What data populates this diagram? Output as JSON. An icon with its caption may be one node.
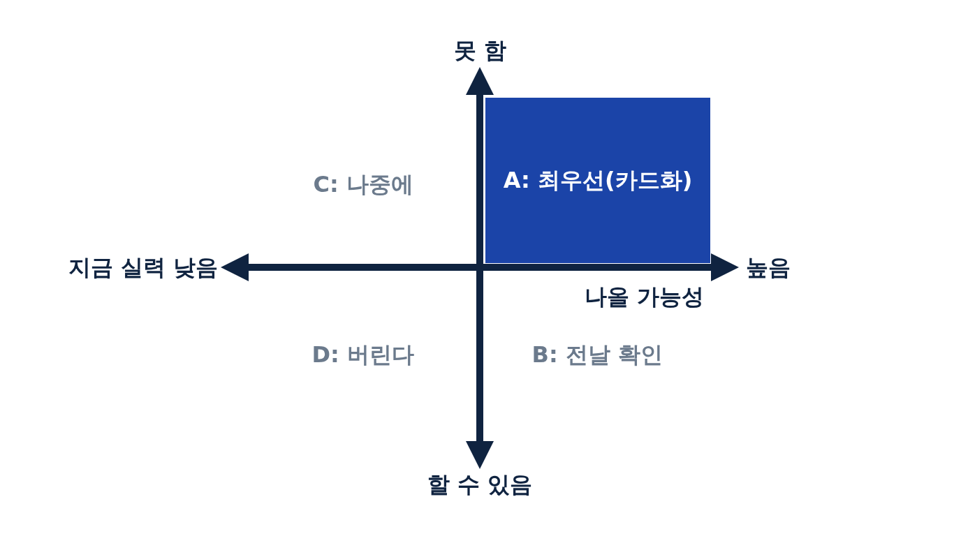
{
  "diagram": {
    "nodes": [
      {
        "text": [
          "A: 최우선(카드화)"
        ]
      }
    ],
    "edges": [],
    "labels": [
      "못 함",
      "C: 나중에",
      "지금 실력 낮음",
      "높음",
      "나올 가능성",
      "D: 버린다",
      "B: 전날 확인",
      "할 수 있음"
    ]
  }
}
